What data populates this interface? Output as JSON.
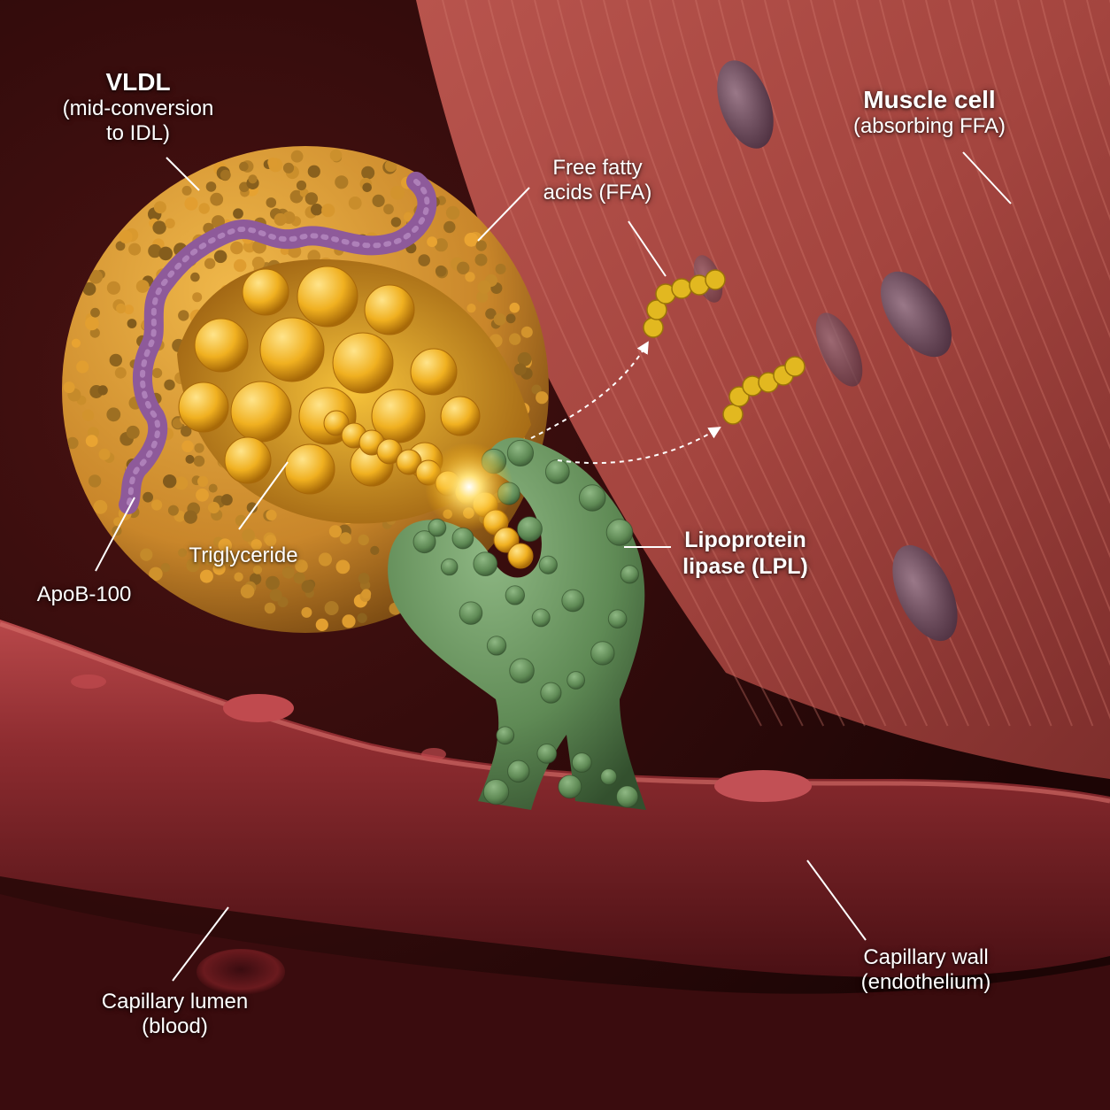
{
  "labels": {
    "vldl": {
      "title": "VLDL",
      "line1": "(mid-conversion",
      "line2": "to IDL)"
    },
    "ffa": {
      "line1": "Free fatty",
      "line2": "acids (FFA)"
    },
    "muscle": {
      "title": "Muscle cell",
      "subtitle": "(absorbing FFA)"
    },
    "lpl": {
      "line1": "Lipoprotein",
      "line2": "lipase (LPL)"
    },
    "triglyceride": {
      "text": "Triglyceride"
    },
    "apob": {
      "text": "ApoB-100"
    },
    "lumen": {
      "line1": "Capillary lumen",
      "line2": "(blood)"
    },
    "wall": {
      "line1": "Capillary wall",
      "line2": "(endothelium)"
    }
  },
  "colors": {
    "vldl_shell": "#d89a2a",
    "triglyceride": "#f2b728",
    "apob": "#8e5a9a",
    "lpl": "#6f9a62",
    "muscle": "#a64a46",
    "capillary": "#8e2a2e",
    "ffa": "#e2b820",
    "leader": "#ffffff"
  }
}
